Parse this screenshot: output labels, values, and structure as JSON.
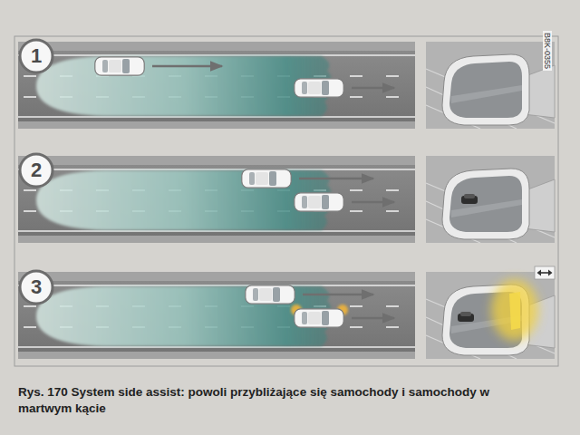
{
  "diagram": {
    "caption": "Rys. 170 System side assist: powoli przybliżające się samochody i samochody w martwym kącie",
    "nodes": [
      {
        "text": [
          "1"
        ]
      },
      {
        "text": [
          "2"
        ]
      },
      {
        "text": [
          "3"
        ]
      }
    ],
    "labels": [
      "B8K-0355"
    ]
  }
}
